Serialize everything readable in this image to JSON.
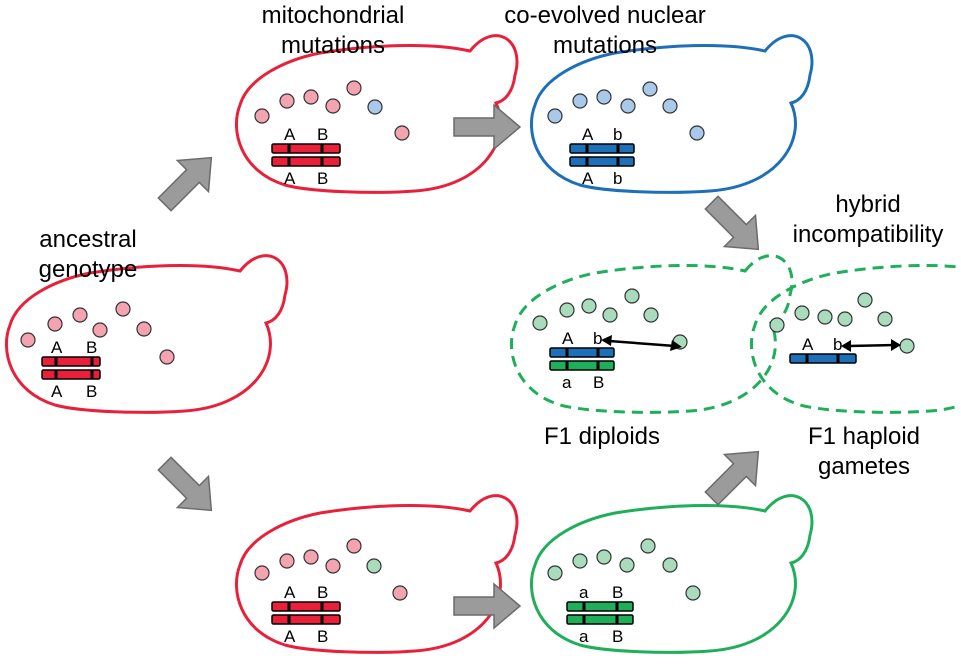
{
  "labels": {
    "ancestral": [
      "ancestral",
      "genotype"
    ],
    "mito": [
      "mitochondrial",
      "mutations"
    ],
    "nuclear": [
      "co-evolved nuclear",
      "mutations"
    ],
    "hybrid": [
      "hybrid",
      "incompatibility"
    ],
    "diploids": [
      "F1 diploids"
    ],
    "haploid": [
      "F1 haploid",
      "gametes"
    ]
  },
  "colors": {
    "red": "#e8203a",
    "blue": "#1d6fb8",
    "green": "#1fae5a",
    "mito_pink": "#f4a3b1",
    "mito_blue": "#a9c9ea",
    "mito_green": "#a8dcbc",
    "arrow": "#9b9b9b"
  },
  "cells": [
    {
      "id": "ancestral",
      "border": "red",
      "dashed": false,
      "chromosomes": [
        {
          "color": "red",
          "alleles": [
            "A",
            "B"
          ],
          "labels": "top"
        },
        {
          "color": "red",
          "alleles": [
            "A",
            "B"
          ],
          "labels": "bottom"
        }
      ],
      "mito": [
        "pink",
        "pink",
        "pink",
        "pink",
        "pink",
        "pink",
        "pink"
      ]
    },
    {
      "id": "mito-top",
      "border": "red",
      "dashed": false,
      "chromosomes": [
        {
          "color": "red",
          "alleles": [
            "A",
            "B"
          ],
          "labels": "top"
        },
        {
          "color": "red",
          "alleles": [
            "A",
            "B"
          ],
          "labels": "bottom"
        }
      ],
      "mito": [
        "pink",
        "pink",
        "pink",
        "pink",
        "pink",
        "blue",
        "pink"
      ]
    },
    {
      "id": "nuclear-top",
      "border": "blue",
      "dashed": false,
      "chromosomes": [
        {
          "color": "blue",
          "alleles": [
            "A",
            "b"
          ],
          "labels": "top"
        },
        {
          "color": "blue",
          "alleles": [
            "A",
            "b"
          ],
          "labels": "bottom"
        }
      ],
      "mito": [
        "blue",
        "blue",
        "blue",
        "blue",
        "blue",
        "blue",
        "blue"
      ]
    },
    {
      "id": "mito-bottom",
      "border": "red",
      "dashed": false,
      "chromosomes": [
        {
          "color": "red",
          "alleles": [
            "A",
            "B"
          ],
          "labels": "top"
        },
        {
          "color": "red",
          "alleles": [
            "A",
            "B"
          ],
          "labels": "bottom"
        }
      ],
      "mito": [
        "pink",
        "pink",
        "pink",
        "pink",
        "pink",
        "green",
        "pink"
      ]
    },
    {
      "id": "nuclear-bottom",
      "border": "green",
      "dashed": false,
      "chromosomes": [
        {
          "color": "green",
          "alleles": [
            "a",
            "B"
          ],
          "labels": "top"
        },
        {
          "color": "green",
          "alleles": [
            "a",
            "B"
          ],
          "labels": "bottom"
        }
      ],
      "mito": [
        "green",
        "green",
        "green",
        "green",
        "green",
        "green",
        "green"
      ]
    },
    {
      "id": "f1-diploid",
      "border": "green",
      "dashed": true,
      "chromosomes": [
        {
          "color": "blue",
          "alleles": [
            "A",
            "b"
          ],
          "labels": "top"
        },
        {
          "color": "green",
          "alleles": [
            "a",
            "B"
          ],
          "labels": "bottom"
        }
      ],
      "mito": [
        "green",
        "green",
        "green",
        "green",
        "green",
        "green",
        "green"
      ]
    },
    {
      "id": "f1-haploid",
      "border": "green",
      "dashed": true,
      "chromosomes": [
        {
          "color": "blue",
          "alleles": [
            "A",
            "b"
          ],
          "labels": "top"
        }
      ],
      "mito": [
        "green",
        "green",
        "green",
        "green",
        "green",
        "green",
        "green"
      ]
    }
  ]
}
